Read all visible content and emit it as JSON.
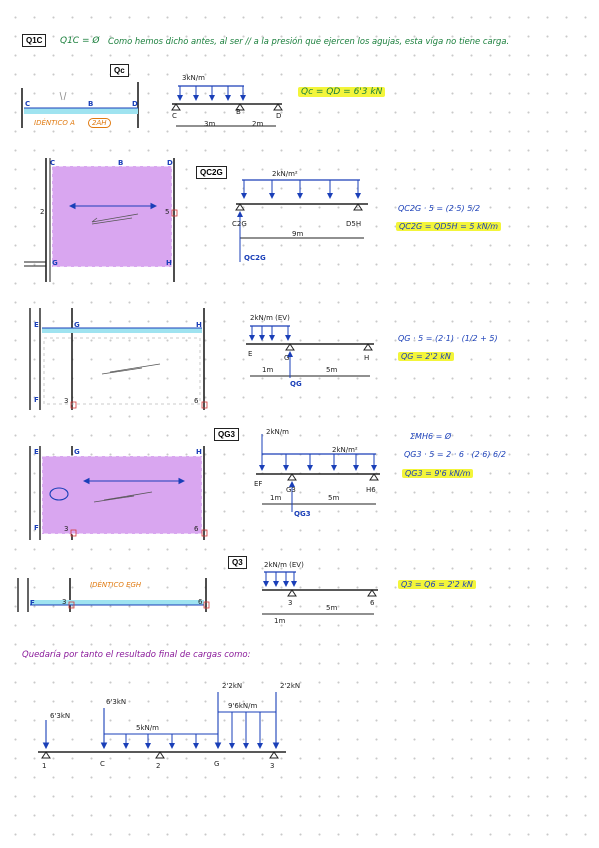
{
  "header": {
    "tag": "Q1C",
    "eq": "Q1C = Ø",
    "text": "Como hemos dicho antes, al ser // a la presión que ejercen los agujas, esta viga no tiene carga."
  },
  "section_c": {
    "tag": "Qc",
    "load": "3kN/m",
    "nodes": [
      "C",
      "B",
      "D"
    ],
    "dims": [
      "3m",
      "2m"
    ],
    "result": "Qc = QD = 6'3 kN",
    "wall_labels": [
      "C",
      "B",
      "D"
    ],
    "identico": "IDÉNTICO A",
    "identico_ref": "2AH"
  },
  "section_c2g": {
    "tag": "QC2G",
    "load": "2kN/m²",
    "nodes": [
      "C2G",
      "D5H"
    ],
    "dim": "9m",
    "reaction": "QC2G",
    "eq1": "QC2G · 5 = (2·5) 5/2",
    "result": "QC2G = QD5H = 5 kN/m",
    "wall_labels": [
      "C",
      "B",
      "D",
      "2",
      "5",
      "G",
      "H"
    ]
  },
  "section_g": {
    "load": "2kN/m (EV)",
    "nodes": [
      "E",
      "G",
      "H"
    ],
    "dims": [
      "1m",
      "5m"
    ],
    "reaction": "QG",
    "eq1": "QG · 5 = (2·1) · (1/2 + 5)",
    "result": "QG = 2'2 kN",
    "wall_labels": [
      "E",
      "G",
      "H",
      "F",
      "3",
      "6"
    ]
  },
  "section_g3": {
    "tag": "QG3",
    "load_left": "2kN/m",
    "load_right": "2kN/m²",
    "nodes": [
      "EF",
      "G3",
      "H6"
    ],
    "dims": [
      "1m",
      "5m"
    ],
    "reaction": "QG3",
    "eq0": "ΣMH6 = Ø",
    "eq1": "QG3 · 5 = 2 · 6 · (2·6) 6/2",
    "result": "QG3 = 9'6 kN/m",
    "wall_labels": [
      "E",
      "G",
      "H",
      "F",
      "3",
      "6"
    ]
  },
  "section_3": {
    "tag": "Q3",
    "load": "2kN/m (EV)",
    "nodes": [
      "3",
      "6"
    ],
    "dims": [
      "1m",
      "5m"
    ],
    "result": "Q3 = Q6 = 2'2 kN",
    "identico": "IDÉNTICO EGH",
    "wall_labels": [
      "F",
      "3",
      "6"
    ]
  },
  "summary": {
    "text": "Quedaría por tanto el resultado final de cargas como:",
    "loads": [
      "6'3kN",
      "6'3kN",
      "5kN/m",
      "2'2kN",
      "9'6kN/m",
      "2'2kN"
    ],
    "nodes": [
      "1",
      "C",
      "2",
      "G",
      "3"
    ]
  },
  "colors": {
    "ink": "#222222",
    "blue": "#1a3fb8",
    "green": "#1a7f3c",
    "purple_fill": "#d9a6f0",
    "cyan": "#9fe3f0",
    "highlight": "#f3f53a",
    "orange": "#e07a10",
    "red": "#d23a3a"
  }
}
